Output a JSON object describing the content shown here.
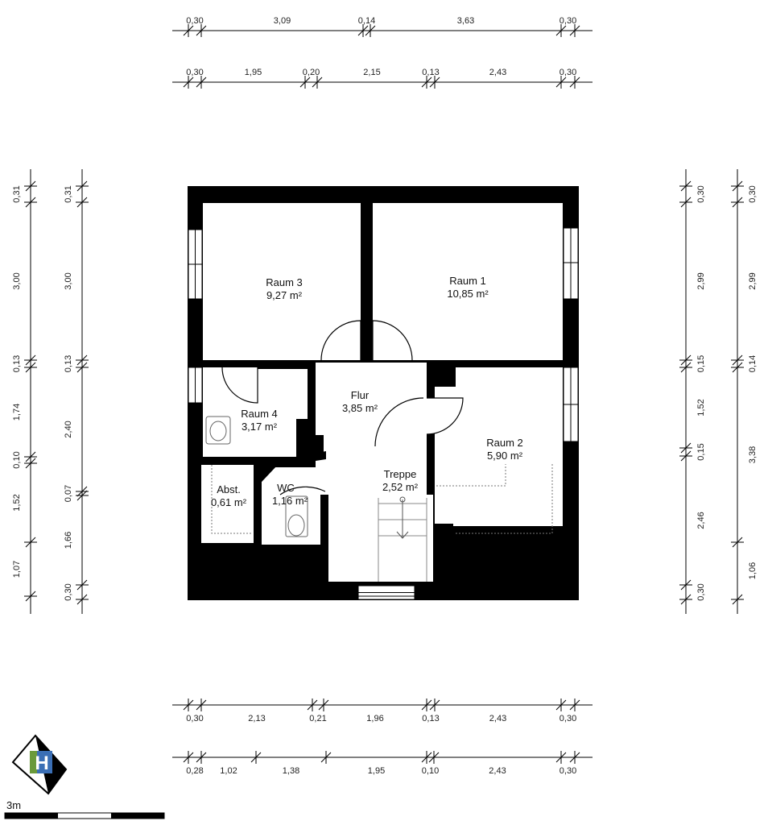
{
  "dimensions": {
    "top_row1": [
      "0,30",
      "3,09",
      "0,14",
      "3,63",
      "0,30"
    ],
    "top_row2": [
      "0,30",
      "1,95",
      "0,20",
      "2,15",
      "0,13",
      "2,43",
      "0,30"
    ],
    "left_col1": [
      "0,31",
      "3,00",
      "0,13",
      "1,74",
      "0,10",
      "1,52",
      "1,07"
    ],
    "left_col2": [
      "0,31",
      "3,00",
      "0,13",
      "2,40",
      "0,07",
      "1,66",
      "0,30"
    ],
    "right_col1": [
      "0,30",
      "2,99",
      "0,15",
      "1,52",
      "0,15",
      "2,46",
      "0,30"
    ],
    "right_col2": [
      "0,30",
      "2,99",
      "0,14",
      "3,38",
      "1,06"
    ],
    "bottom_row1": [
      "0,30",
      "2,13",
      "0,21",
      "1,96",
      "0,13",
      "2,43",
      "0,30"
    ],
    "bottom_row2": [
      "0,28",
      "1,02",
      "1,38",
      "1,95",
      "0,10",
      "2,43",
      "0,30"
    ]
  },
  "rooms": [
    {
      "name": "Raum 3",
      "area": "9,27 m²"
    },
    {
      "name": "Raum 1",
      "area": "10,85 m²"
    },
    {
      "name": "Flur",
      "area": "3,85 m²"
    },
    {
      "name": "Raum 4",
      "area": "3,17 m²"
    },
    {
      "name": "Raum 2",
      "area": "5,90 m²"
    },
    {
      "name": "Treppe",
      "area": "2,52 m²"
    },
    {
      "name": "Abst.",
      "area": "0,61 m²"
    },
    {
      "name": "WC",
      "area": "1,16 m²"
    }
  ],
  "scale": {
    "label": "3m"
  },
  "logo": {
    "letter": "H"
  }
}
